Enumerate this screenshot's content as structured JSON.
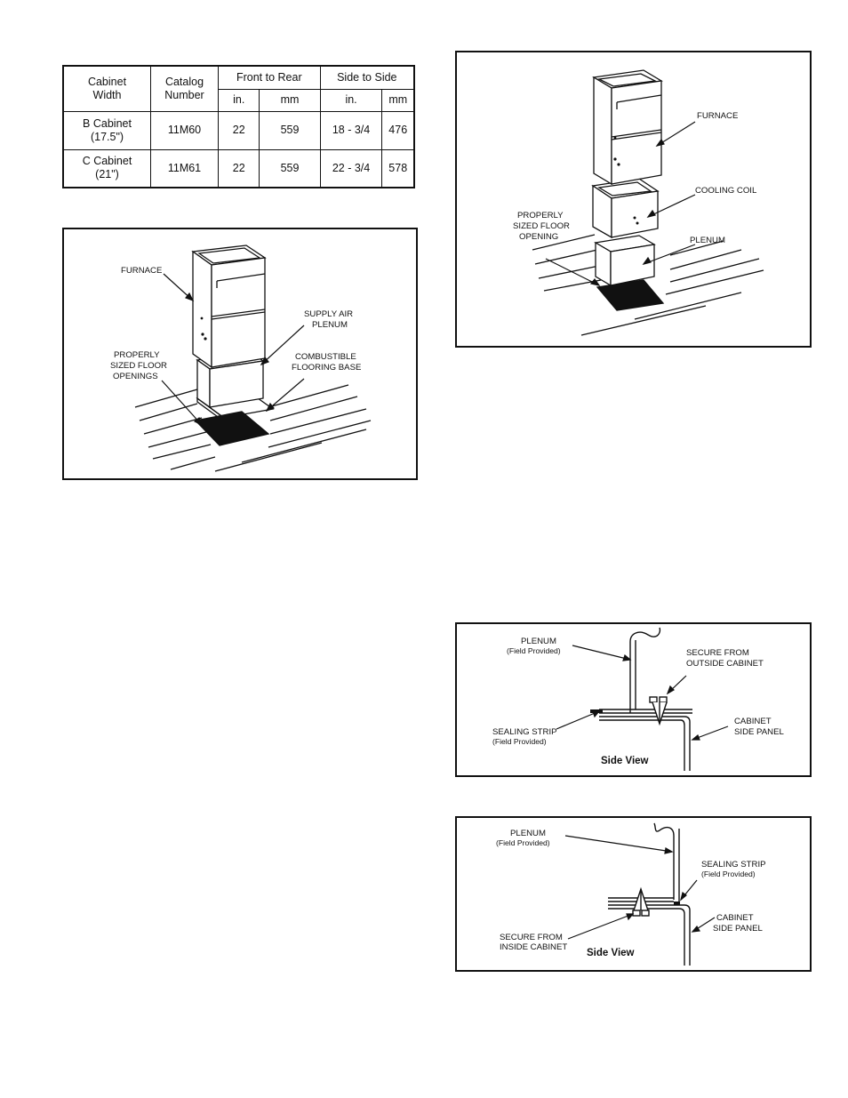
{
  "table": {
    "headers": {
      "cabinet_width": "Cabinet Width",
      "catalog_number": "Catalog Number",
      "front_to_rear": "Front to Rear",
      "side_to_side": "Side to Side",
      "in": "in.",
      "mm": "mm"
    },
    "rows": [
      {
        "width": "B Cabinet (17.5\")",
        "catalog": "11M60",
        "fr_in": "22",
        "fr_mm": "559",
        "ss_in": "18 - 3/4",
        "ss_mm": "476"
      },
      {
        "width": "C Cabinet (21\")",
        "catalog": "11M61",
        "fr_in": "22",
        "fr_mm": "559",
        "ss_in": "22 - 3/4",
        "ss_mm": "578"
      }
    ]
  },
  "fig_left": {
    "furnace": "FURNACE",
    "supply_air_1": "SUPPLY AIR",
    "supply_air_2": "PLENUM",
    "properly_1": "PROPERLY",
    "properly_2": "SIZED FLOOR",
    "properly_3": "OPENINGS",
    "combustible_1": "COMBUSTIBLE",
    "combustible_2": "FLOORING BASE"
  },
  "fig_right": {
    "furnace": "FURNACE",
    "cooling_coil": "COOLING COIL",
    "plenum": "PLENUM",
    "properly_1": "PROPERLY",
    "properly_2": "SIZED FLOOR",
    "properly_3": "OPENING"
  },
  "fig_outside": {
    "plenum_1": "PLENUM",
    "plenum_2": "(Field Provided)",
    "secure_1": "SECURE FROM",
    "secure_2": "OUTSIDE CABINET",
    "sealing_1": "SEALING STRIP",
    "sealing_2": "(Field Provided)",
    "cabinet_1": "CABINET",
    "cabinet_2": "SIDE PANEL",
    "side_view": "Side View"
  },
  "fig_inside": {
    "plenum_1": "PLENUM",
    "plenum_2": "(Field Provided)",
    "sealing_1": "SEALING STRIP",
    "sealing_2": "(Field Provided)",
    "cabinet_1": "CABINET",
    "cabinet_2": "SIDE PANEL",
    "secure_1": "SECURE FROM",
    "secure_2": "INSIDE CABINET",
    "side_view": "Side View"
  }
}
